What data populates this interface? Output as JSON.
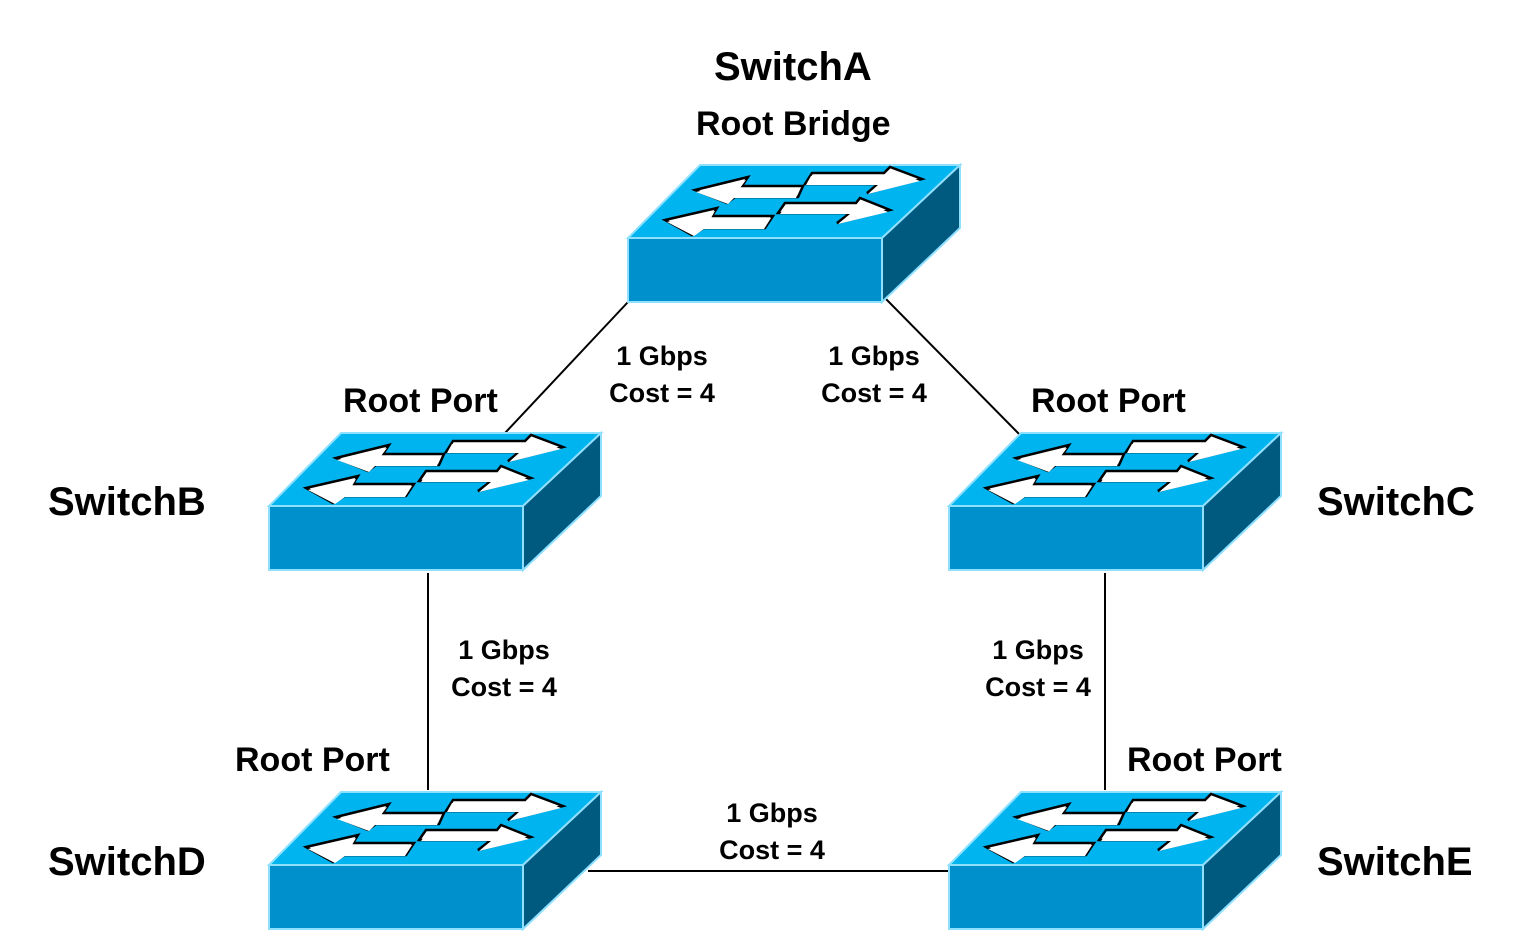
{
  "colors": {
    "top": "#00b4f0",
    "front": "#0090cc",
    "side": "#005a80",
    "edge": "#8fe0ff"
  },
  "switches": {
    "a": {
      "name": "SwitchA",
      "role": "Root Bridge",
      "icon": "switch-icon"
    },
    "b": {
      "name": "SwitchB",
      "port": "Root Port",
      "icon": "switch-icon"
    },
    "c": {
      "name": "SwitchC",
      "port": "Root Port",
      "icon": "switch-icon"
    },
    "d": {
      "name": "SwitchD",
      "port": "Root Port",
      "icon": "switch-icon"
    },
    "e": {
      "name": "SwitchE",
      "port": "Root Port",
      "icon": "switch-icon"
    }
  },
  "links": {
    "ab": {
      "speed": "1 Gbps",
      "cost": "Cost = 4"
    },
    "ac": {
      "speed": "1 Gbps",
      "cost": "Cost = 4"
    },
    "bd": {
      "speed": "1 Gbps",
      "cost": "Cost = 4"
    },
    "ce": {
      "speed": "1 Gbps",
      "cost": "Cost = 4"
    },
    "de": {
      "speed": "1 Gbps",
      "cost": "Cost = 4"
    }
  }
}
